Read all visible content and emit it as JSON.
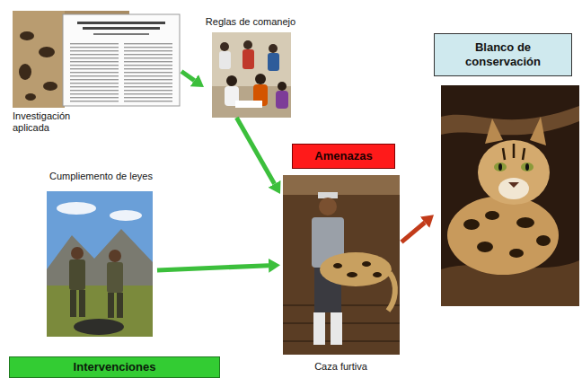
{
  "diagram": {
    "nodes": [
      {
        "text": [
          "Investigación aplicada"
        ]
      },
      {
        "text": [
          "Reglas de comanejo"
        ]
      },
      {
        "text": [
          "Blanco de conservación"
        ]
      },
      {
        "text": [
          "Cumpliemento de leyes"
        ]
      },
      {
        "text": [
          "Amenazas",
          "Caza furtiva"
        ]
      },
      {
        "text": [
          "Intervenciones"
        ]
      }
    ],
    "edges": [
      {
        "from": 0,
        "to": 1,
        "arrow": "to"
      },
      {
        "from": 1,
        "to": 4,
        "arrow": "to"
      },
      {
        "from": 3,
        "to": 4,
        "arrow": "to"
      },
      {
        "from": 4,
        "to": 2,
        "arrow": "to"
      }
    ]
  }
}
